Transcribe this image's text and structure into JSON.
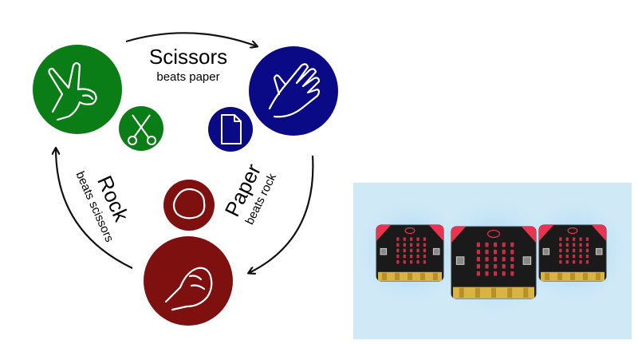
{
  "diagram": {
    "title": "Rock paper scissors",
    "colors": {
      "scissors": "#0a7d16",
      "paper": "#0a0a86",
      "rock": "#7f1010",
      "arrow": "#111111",
      "panel_bg": "#cfe9f7",
      "board": "#1a1a1a",
      "board_edge": "#e8344f",
      "led": "#e8344f",
      "gold": "#d8b444"
    },
    "nodes": {
      "scissors": {
        "hand_icon": "peace-hand-icon",
        "item_icon": "scissors-icon"
      },
      "paper": {
        "hand_icon": "flat-hand-icon",
        "item_icon": "document-icon"
      },
      "rock": {
        "hand_icon": "fist-icon",
        "item_icon": "rock-icon"
      }
    },
    "rules": {
      "scissors": {
        "title": "Scissors",
        "subtitle": "beats paper"
      },
      "paper": {
        "title": "Paper",
        "subtitle": "beats rock"
      },
      "rock": {
        "title": "Rock",
        "subtitle": "beats scissors"
      }
    }
  },
  "devices": {
    "icon": "microbit-board-icon",
    "count": 3
  }
}
